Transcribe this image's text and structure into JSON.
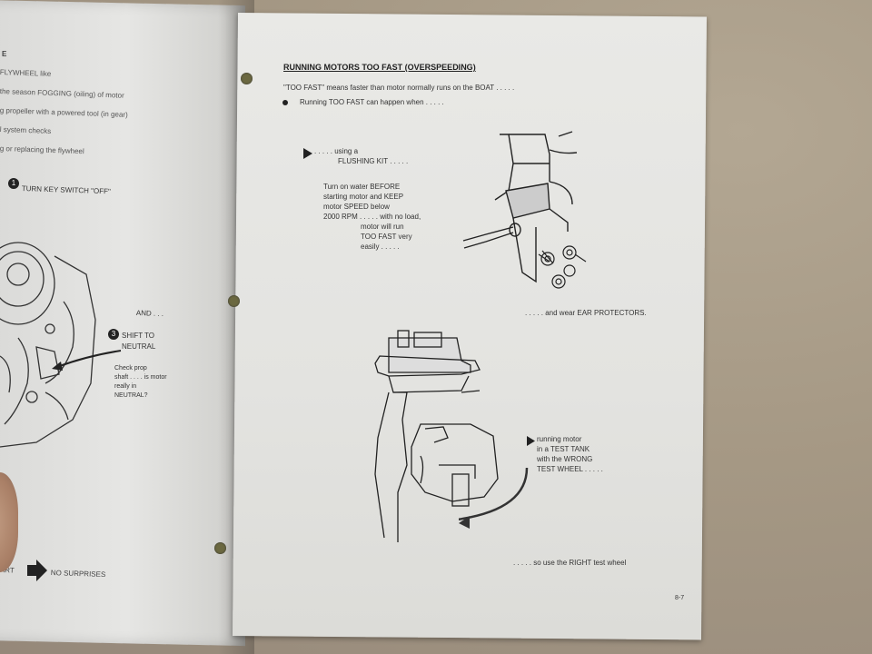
{
  "left_page": {
    "fragment_heading": "E",
    "items": [
      "FLYWHEEL like",
      "the season FOGGING (oiling) of motor",
      "g propeller with a powered tool (in gear)",
      "l system checks",
      "g or replacing the flywheel"
    ],
    "step1_number": "1",
    "step1_text": "TURN KEY SWITCH \"OFF\"",
    "and_text": "AND . . .",
    "step3_number": "3",
    "step3_text_line1": "SHIFT TO",
    "step3_text_line2": "NEUTRAL",
    "check_line1": "Check prop",
    "check_line2": "shaft . . . . is motor",
    "check_line3": "really in",
    "check_line4": "NEUTRAL?",
    "footer_left": "ART",
    "footer_right": "NO SURPRISES"
  },
  "right_page": {
    "title": "RUNNING MOTORS TOO FAST (OVERSPEEDING)",
    "definition": "\"TOO FAST\" means faster than motor normally runs on the BOAT . . . . .",
    "bullet": "Running TOO FAST can happen when . . . . .",
    "flushing_line1": ". . . . . using a",
    "flushing_line2": "FLUSHING KIT . . . . .",
    "instruction_line1": "Turn on water BEFORE",
    "instruction_line2": "starting motor and KEEP",
    "instruction_line3": "motor SPEED below",
    "instruction_line4": "2000 RPM . . . . . with no load,",
    "instruction_line5": "motor will run",
    "instruction_line6": "TOO FAST very",
    "instruction_line7": "easily . . . . .",
    "ear_protectors": ". . . . . and wear EAR PROTECTORS.",
    "tank_line1": "running motor",
    "tank_line2": "in a TEST TANK",
    "tank_line3": "with the WRONG",
    "tank_line4": "TEST WHEEL . . . . .",
    "right_wheel": ". . . . . so use the RIGHT test wheel",
    "page_number": "8-7"
  }
}
